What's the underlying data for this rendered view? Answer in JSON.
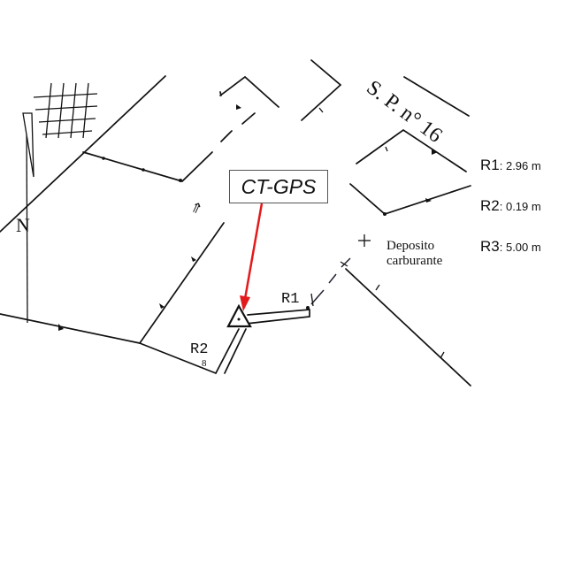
{
  "map": {
    "road_label": "S. P. n° 16",
    "north_label": "N",
    "station_label": "CT-GPS",
    "depot_label_line1": "Deposito",
    "depot_label_line2": "carburante",
    "markers": [
      {
        "id": "R1",
        "label": "R1"
      },
      {
        "id": "R2",
        "label": "R2"
      }
    ]
  },
  "legend": [
    {
      "key": "R1",
      "value": "2.96 m"
    },
    {
      "key": "R2",
      "value": "0.19 m"
    },
    {
      "key": "R3",
      "value": "5.00 m"
    }
  ],
  "colors": {
    "arrow": "#e31a1c",
    "ink": "#111111"
  },
  "icons": {
    "north": "north-arrow-icon",
    "station": "triangle-survey-icon"
  }
}
